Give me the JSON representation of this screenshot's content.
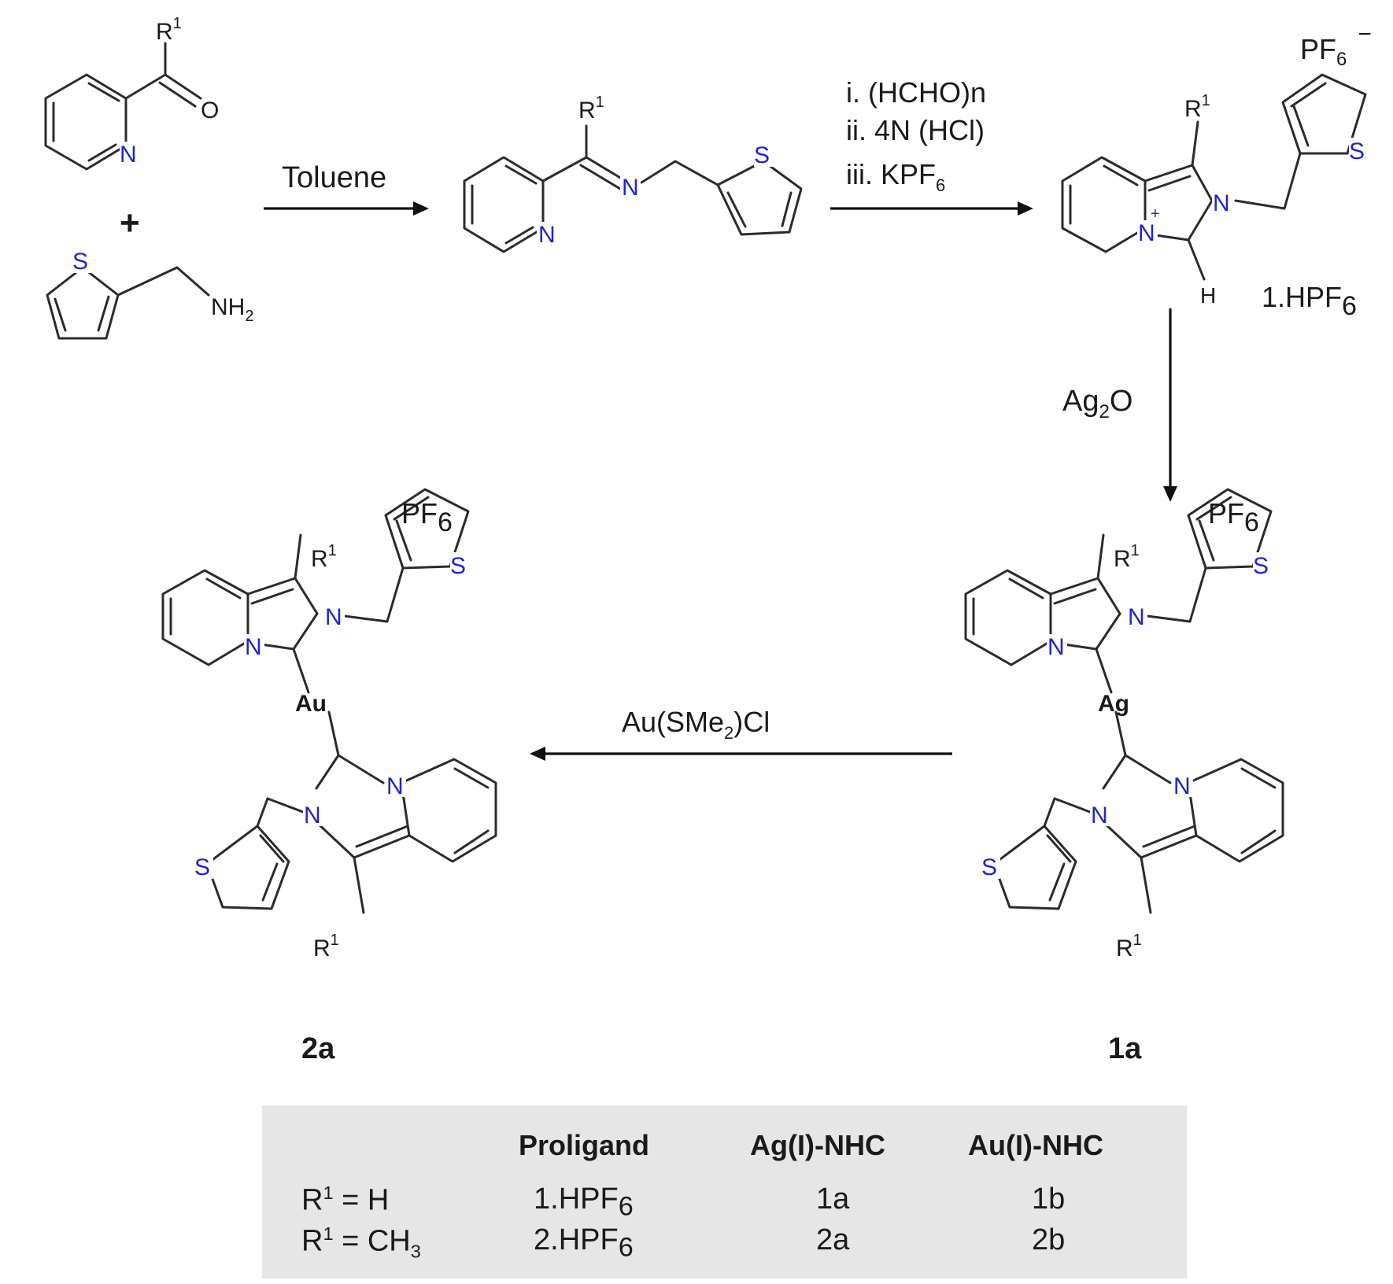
{
  "reactants": {
    "ketone": {
      "r_label": "R",
      "r_sup": "1",
      "O": "O",
      "N": "N"
    },
    "plus": "+",
    "amine": {
      "S": "S",
      "NH": "NH",
      "NH_sub": "2"
    }
  },
  "steps": {
    "step1": "Toluene",
    "step2": [
      "i.  (HCHO)n",
      "ii.  4N (HCl)",
      "iii. KPF"
    ],
    "step2_sub": "6",
    "step3": "Ag",
    "step3_sub": "2",
    "step3_tail": "O",
    "step4_a": "Au(SMe",
    "step4_sub": "2",
    "step4_b": ")Cl"
  },
  "imine": {
    "r_label": "R",
    "r_sup": "1",
    "N_imine": "N",
    "N_py": "N",
    "S": "S"
  },
  "salt": {
    "anion": "PF",
    "anion_sub": "6",
    "anion_charge": "−",
    "r_label": "R",
    "r_sup": "1",
    "S": "S",
    "N": "N",
    "N_plus": "N",
    "plus": "+",
    "H": "H",
    "compound": "1.HPF",
    "compound_sub": "6"
  },
  "complex_ag": {
    "anion": "PF",
    "anion_sub": "6",
    "metal": "Ag",
    "label": "1a",
    "r_label": "R",
    "r_sup": "1",
    "S": "S",
    "N": "N"
  },
  "complex_au": {
    "anion": "PF",
    "anion_sub": "6",
    "metal": "Au",
    "label": "2a",
    "r_label": "R",
    "r_sup": "1",
    "S": "S",
    "N": "N"
  },
  "table": {
    "headers": [
      "Proligand",
      "Ag(I)-NHC",
      "Au(I)-NHC"
    ],
    "rows": [
      {
        "r": "R",
        "r_sup": "1",
        "r_eq": " = H",
        "r_sub": "",
        "proligand": "1.HPF",
        "pro_sub": "6",
        "ag": "1a",
        "au": "1b"
      },
      {
        "r": "R",
        "r_sup": "1",
        "r_eq": " = CH",
        "r_sub": "3",
        "proligand": "2.HPF",
        "pro_sub": "6",
        "ag": "2a",
        "au": "2b"
      }
    ]
  }
}
